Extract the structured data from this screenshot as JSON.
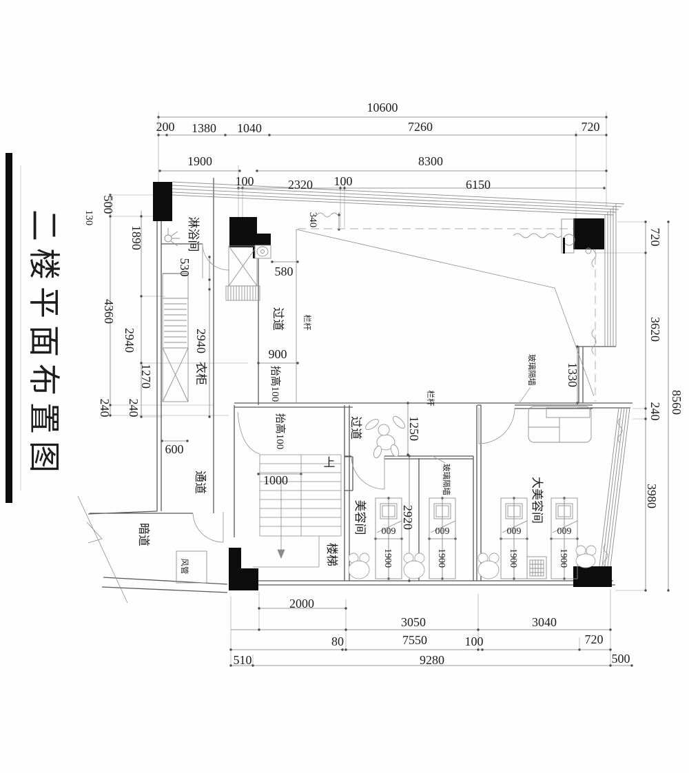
{
  "drawing_title": "二楼平面布置图",
  "room_labels": {
    "shower_room": "淋浴间",
    "wardrobe": "衣柜",
    "passage": "通道",
    "hidden_passage": "暗道",
    "air_duct": "风管",
    "corridor_upper": "过道",
    "railing_upper": "栏杆",
    "corridor_lower": "过道",
    "railing_lower": "栏杆",
    "glass_partition_right": "玻璃隔墙",
    "glass_partition_mid": "玻璃隔墙",
    "beauty_room": "美容间",
    "large_beauty_room": "大美容间",
    "stairs": "楼梯",
    "up": "上",
    "raise_upper": "抬高100",
    "raise_lower": "抬高100"
  },
  "dimensions": {
    "top": {
      "overall": "10600",
      "seg_200": "200",
      "seg_1380": "1380",
      "seg_1040": "1040",
      "seg_7260": "7260",
      "seg_720": "720",
      "seg_1900": "1900",
      "seg_8300": "8300",
      "seg_100a": "100",
      "seg_2320": "2320",
      "seg_100b": "100",
      "seg_6150": "6150"
    },
    "left": {
      "seg_500": "500",
      "seg_130": "130",
      "seg_1890": "1890",
      "seg_530": "530",
      "seg_4360": "4360",
      "seg_2940_chain": "2940",
      "seg_2940_wardrobe": "2940",
      "seg_1270": "1270",
      "seg_240_outer": "240",
      "seg_240_inner": "240"
    },
    "right": {
      "seg_720": "720",
      "seg_3620": "3620",
      "seg_240": "240",
      "seg_3980": "3980",
      "overall": "8560"
    },
    "bottom": {
      "seg_2000": "2000",
      "seg_3050": "3050",
      "seg_3040": "3040",
      "seg_80": "80",
      "seg_7550": "7550",
      "seg_100": "100",
      "seg_720": "720",
      "seg_510": "510",
      "seg_9280": "9280",
      "seg_500": "500"
    },
    "interior": {
      "d340": "340",
      "d580": "580",
      "d900": "900",
      "d600": "600",
      "d1000": "1000",
      "d1250": "1250",
      "d1330": "1330",
      "d2920": "2920",
      "bed_width": "600",
      "bed_length": "1900"
    }
  }
}
